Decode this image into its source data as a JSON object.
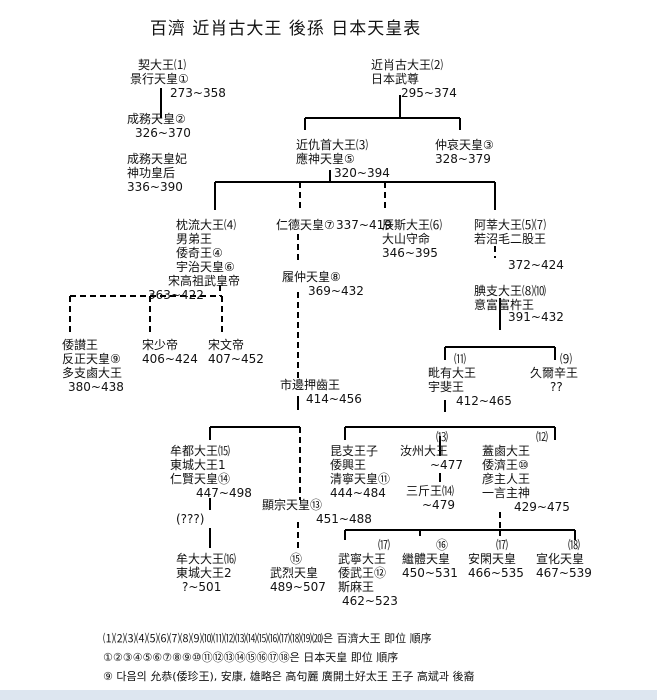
{
  "title": "百濟  近肖古大王  後孫  日本天皇表",
  "nodes": {
    "geiyodai": [
      "契大王⑴",
      "景行天皇①",
      "273~358"
    ],
    "kinshoko": [
      "近肖古大王⑵",
      "日本武尊",
      "295~374"
    ],
    "seimu": [
      "成務天皇②",
      "326~370"
    ],
    "seimuhi": [
      "成務天皇妃",
      "神功皇后",
      "336~390"
    ],
    "kinkyu": [
      "近仇首大王⑶",
      "應神天皇⑤",
      "320~394"
    ],
    "chuai": [
      "仲哀天皇③",
      "328~379"
    ],
    "chinryu": [
      "枕流大王⑷",
      "男弟王",
      "倭奇王④",
      "宇治天皇⑥",
      "宋高祖武皇帝",
      "363~422"
    ],
    "nintoku": [
      "仁德天皇⑦",
      "337~419"
    ],
    "shinshi": [
      "辰斯大王⑹",
      "大山守命",
      "346~395"
    ],
    "ashin": [
      "阿莘大王⑸⑺",
      "若沼毛二股王",
      "372~424"
    ],
    "richu": [
      "履仲天皇⑧",
      "369~432"
    ],
    "toshi": [
      "腆支大王⑻⑽",
      "意富富杵王",
      "391~432"
    ],
    "wasan": [
      "倭讃王",
      "反正天皇⑨",
      "多支鹵大王",
      "380~438"
    ],
    "sosho": [
      "宋少帝",
      "406~424"
    ],
    "sobun": [
      "宋文帝",
      "407~452"
    ],
    "ichinobe": [
      "市邊押齒王",
      "414~456"
    ],
    "biyu": [
      "⑾",
      "毗有大王",
      "宇斐王",
      "412~465"
    ],
    "kuni": [
      "⑼",
      "久爾辛王",
      "??"
    ],
    "muto": [
      "牟都大王⒂",
      "東城大王1",
      "仁賢天皇⑭",
      "447~498"
    ],
    "unknown": [
      "(???)"
    ],
    "kensou": [
      "顯宗天皇⑬",
      "451~488"
    ],
    "konshi": [
      "昆支王子",
      "倭興王",
      "清寧天皇⑪",
      "444~484"
    ],
    "toshu": [
      "⒀",
      "汝州大王",
      "~477"
    ],
    "sankin": [
      "三斤王⒁",
      "~479"
    ],
    "gairo": [
      "⑿",
      "蓋鹵大王",
      "倭濟王⑩",
      "彦主人王",
      "一言主神",
      "429~475"
    ],
    "mudai": [
      "牟大大王⒃",
      "東城大王2",
      "?~501"
    ],
    "buretsu": [
      "⑮",
      "武烈天皇",
      "489~507"
    ],
    "buneidai": [
      "⒄",
      "武寧大王",
      "倭武王⑫",
      "斯麻王",
      "462~523"
    ],
    "keitai": [
      "⑯",
      "繼體天皇",
      "450~531"
    ],
    "ankan": [
      "⒄",
      "安閑天皇",
      "466~535"
    ],
    "senka": [
      "⒅",
      "宣化天皇",
      "467~539"
    ]
  },
  "notes": [
    "⑴⑵⑶⑷⑸⑹⑺⑻⑼⑽⑾⑿⒀⒁⒂⒃⒄⒅⒆⒇은  百濟大王  即位  順序",
    "①②③④⑤⑥⑦⑧⑨⑩⑪⑫⑬⑭⑮⑯⑰⑱은  日本天皇  即位  順序",
    "⑨  다음의 允恭(倭珍王), 安康, 雄略은 高句麗  廣開土好太王  王子  高斌과  後裔"
  ],
  "colors": {
    "line": "#000000",
    "bottom_bar": "#dde6f0"
  }
}
